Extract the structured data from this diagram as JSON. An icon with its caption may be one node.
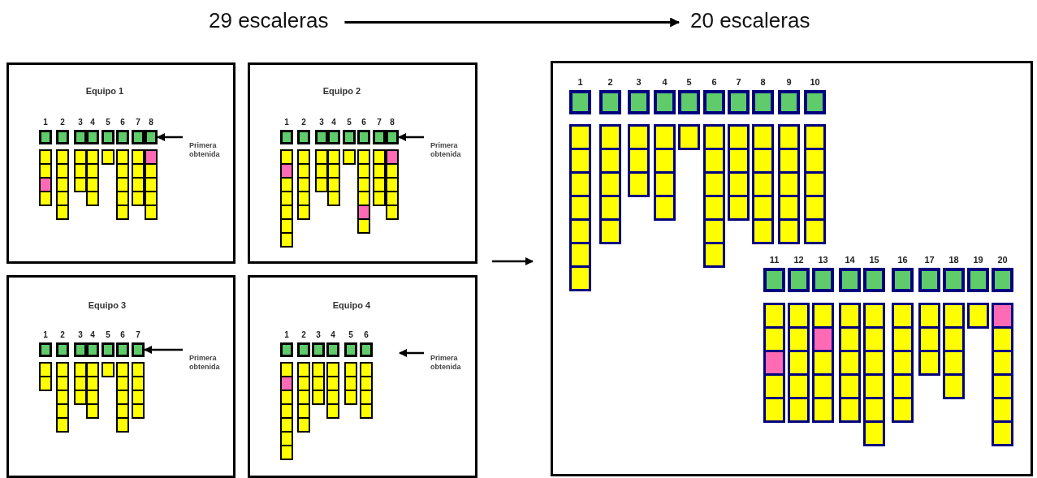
{
  "diagram": {
    "nodes": [
      {
        "text": [
          "29 escaleras"
        ]
      },
      {
        "text": [
          "20 escaleras"
        ]
      },
      {
        "text": [
          "Equipo 1"
        ]
      },
      {
        "text": [
          "1"
        ],
        "in": 2
      },
      {
        "text": [
          "2"
        ],
        "in": 2
      },
      {
        "text": [
          "3"
        ],
        "in": 2
      },
      {
        "text": [
          "4"
        ],
        "in": 2
      },
      {
        "text": [
          "5"
        ],
        "in": 2
      },
      {
        "text": [
          "6"
        ],
        "in": 2
      },
      {
        "text": [
          "7"
        ],
        "in": 2
      },
      {
        "text": [
          "8"
        ],
        "in": 2
      },
      {
        "text": [
          "Primera obtenida"
        ],
        "in": 2
      },
      {
        "text": [
          "Equipo 2"
        ]
      },
      {
        "text": [
          "1"
        ],
        "in": 12
      },
      {
        "text": [
          "2"
        ],
        "in": 12
      },
      {
        "text": [
          "3"
        ],
        "in": 12
      },
      {
        "text": [
          "4"
        ],
        "in": 12
      },
      {
        "text": [
          "5"
        ],
        "in": 12
      },
      {
        "text": [
          "6"
        ],
        "in": 12
      },
      {
        "text": [
          "7"
        ],
        "in": 12
      },
      {
        "text": [
          "8"
        ],
        "in": 12
      },
      {
        "text": [
          "Primera obtenida"
        ],
        "in": 12
      },
      {
        "text": [
          "Equipo 3"
        ]
      },
      {
        "text": [
          "1"
        ],
        "in": 22
      },
      {
        "text": [
          "2"
        ],
        "in": 22
      },
      {
        "text": [
          "3"
        ],
        "in": 22
      },
      {
        "text": [
          "4"
        ],
        "in": 22
      },
      {
        "text": [
          "5"
        ],
        "in": 22
      },
      {
        "text": [
          "6"
        ],
        "in": 22
      },
      {
        "text": [
          "7"
        ],
        "in": 22
      },
      {
        "text": [
          "Primera obtenida"
        ],
        "in": 22
      },
      {
        "text": [
          "Equipo 4"
        ]
      },
      {
        "text": [
          "1"
        ],
        "in": 31
      },
      {
        "text": [
          "2"
        ],
        "in": 31
      },
      {
        "text": [
          "3"
        ],
        "in": 31
      },
      {
        "text": [
          "4"
        ],
        "in": 31
      },
      {
        "text": [
          "5"
        ],
        "in": 31
      },
      {
        "text": [
          "6"
        ],
        "in": 31
      },
      {
        "text": [
          "Primera obtenida"
        ],
        "in": 31
      },
      {
        "text": [],
        "shape": "box"
      },
      {
        "text": [
          "1"
        ],
        "in": 39
      },
      {
        "text": [
          "2"
        ],
        "in": 39
      },
      {
        "text": [
          "3"
        ],
        "in": 39
      },
      {
        "text": [
          "4"
        ],
        "in": 39
      },
      {
        "text": [
          "5"
        ],
        "in": 39
      },
      {
        "text": [
          "6"
        ],
        "in": 39
      },
      {
        "text": [
          "7"
        ],
        "in": 39
      },
      {
        "text": [
          "8"
        ],
        "in": 39
      },
      {
        "text": [
          "9"
        ],
        "in": 39
      },
      {
        "text": [
          "10"
        ],
        "in": 39
      },
      {
        "text": [
          "11"
        ],
        "in": 39
      },
      {
        "text": [
          "12"
        ],
        "in": 39
      },
      {
        "text": [
          "13"
        ],
        "in": 39
      },
      {
        "text": [
          "14"
        ],
        "in": 39
      },
      {
        "text": [
          "15"
        ],
        "in": 39
      },
      {
        "text": [
          "16"
        ],
        "in": 39
      },
      {
        "text": [
          "17"
        ],
        "in": 39
      },
      {
        "text": [
          "18"
        ],
        "in": 39
      },
      {
        "text": [
          "19"
        ],
        "in": 39
      },
      {
        "text": [
          "20"
        ],
        "in": 39
      }
    ],
    "edges": [
      {
        "from": 0,
        "to": 1,
        "arrow": "to"
      },
      {
        "from": 11,
        "to": 10,
        "arrow": "to"
      },
      {
        "from": 21,
        "to": 20,
        "arrow": "to"
      },
      {
        "from": 30,
        "to": 29,
        "arrow": "to"
      },
      {
        "from": 38,
        "to": null,
        "arrow": "to"
      },
      {
        "from": null,
        "to": 39,
        "arrow": "to"
      }
    ]
  }
}
